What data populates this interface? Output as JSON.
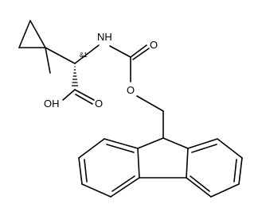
{
  "molecule": {
    "labels": {
      "nh": "NH",
      "carbamate_o_double": "O",
      "carbamate_o_ester": "O",
      "acid_o_double": "O",
      "acid_oh": "OH",
      "stereo": "&1"
    }
  }
}
